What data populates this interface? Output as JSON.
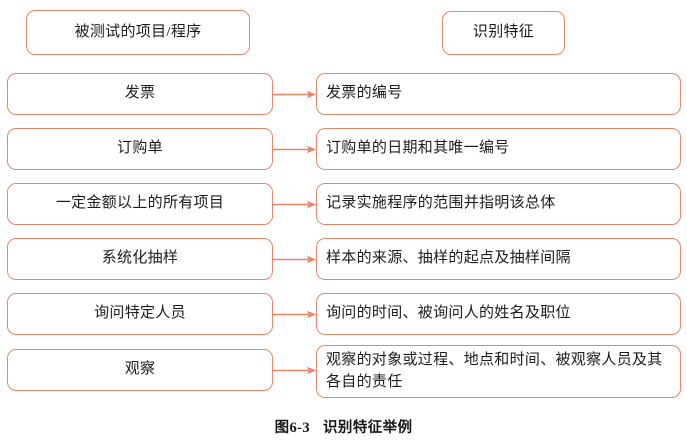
{
  "figure": {
    "caption_number": "图6-3",
    "caption_title": "识别特征举例",
    "accent_color": "#e8866c",
    "text_color": "#1c1c1c",
    "background_color": "#ffffff"
  },
  "headers": {
    "left": "被测试的项目/程序",
    "right": "识别特征"
  },
  "rows": [
    {
      "item": "发票",
      "feature": "发票的编号",
      "arrow": "arrow-right-icon"
    },
    {
      "item": "订购单",
      "feature": "订购单的日期和其唯一编号",
      "arrow": "arrow-right-icon"
    },
    {
      "item": "一定金额以上的所有项目",
      "feature": "记录实施程序的范围并指明该总体",
      "arrow": "arrow-right-icon"
    },
    {
      "item": "系统化抽样",
      "feature": "样本的来源、抽样的起点及抽样间隔",
      "arrow": "arrow-right-icon"
    },
    {
      "item": "询问特定人员",
      "feature": "询问的时间、被询问人的姓名及职位",
      "arrow": "arrow-right-icon"
    },
    {
      "item": "观察",
      "feature": "观察的对象或过程、地点和时间、被观察人员及其各自的责任",
      "arrow": "arrow-right-icon"
    }
  ]
}
